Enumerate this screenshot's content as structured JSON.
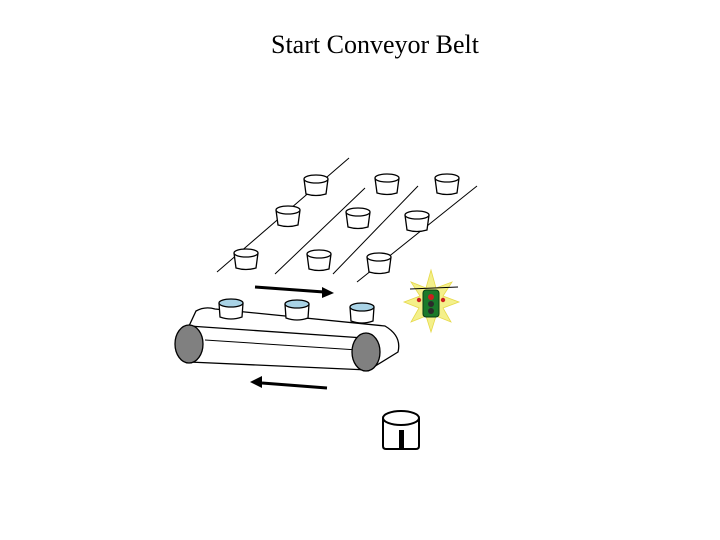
{
  "slide": {
    "title": "Start Conveyor Belt"
  },
  "colors": {
    "ink": "#000000",
    "background": "#ffffff",
    "bottle_fill": "#ffffff",
    "filled_liquid": "#a9d3e6",
    "roller": "#808080",
    "burst": "#f4f08a",
    "traffic_light_body": "#1a7a2a",
    "light_red": "#cc1f1f"
  },
  "diagram": {
    "empty_bottle_count": 9,
    "filled_bottle_count": 3,
    "conveyor": "belt-with-two-rollers",
    "top_arrow_direction": "right",
    "bottom_arrow_direction": "left",
    "signal_icon": "traffic-light-icon",
    "station_icon": "filling-station-icon"
  }
}
